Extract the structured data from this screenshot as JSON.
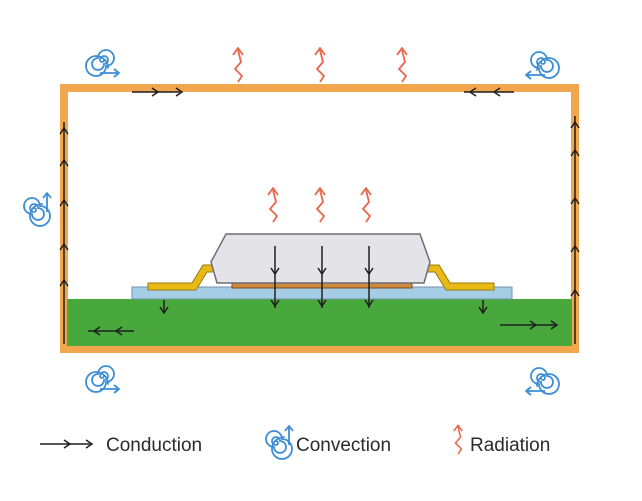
{
  "legend": {
    "conduction_label": "Conduction",
    "convection_label": "Convection",
    "radiation_label": "Radiation"
  },
  "colors": {
    "enclosure": "#f2a74f",
    "board": "#49a83b",
    "substrate": "#a6cde6",
    "package": "#e3e3e8",
    "leads": "#e9b915",
    "die": "#cf8a3d",
    "conduction_arrow": "#1f1f1f",
    "convection_icon": "#3d8ed6",
    "radiation_arrow": "#e8664c"
  },
  "icons": {
    "conduction": "double-arrow-icon",
    "convection": "spiral-icon",
    "radiation": "zigzag-arrow-icon"
  }
}
